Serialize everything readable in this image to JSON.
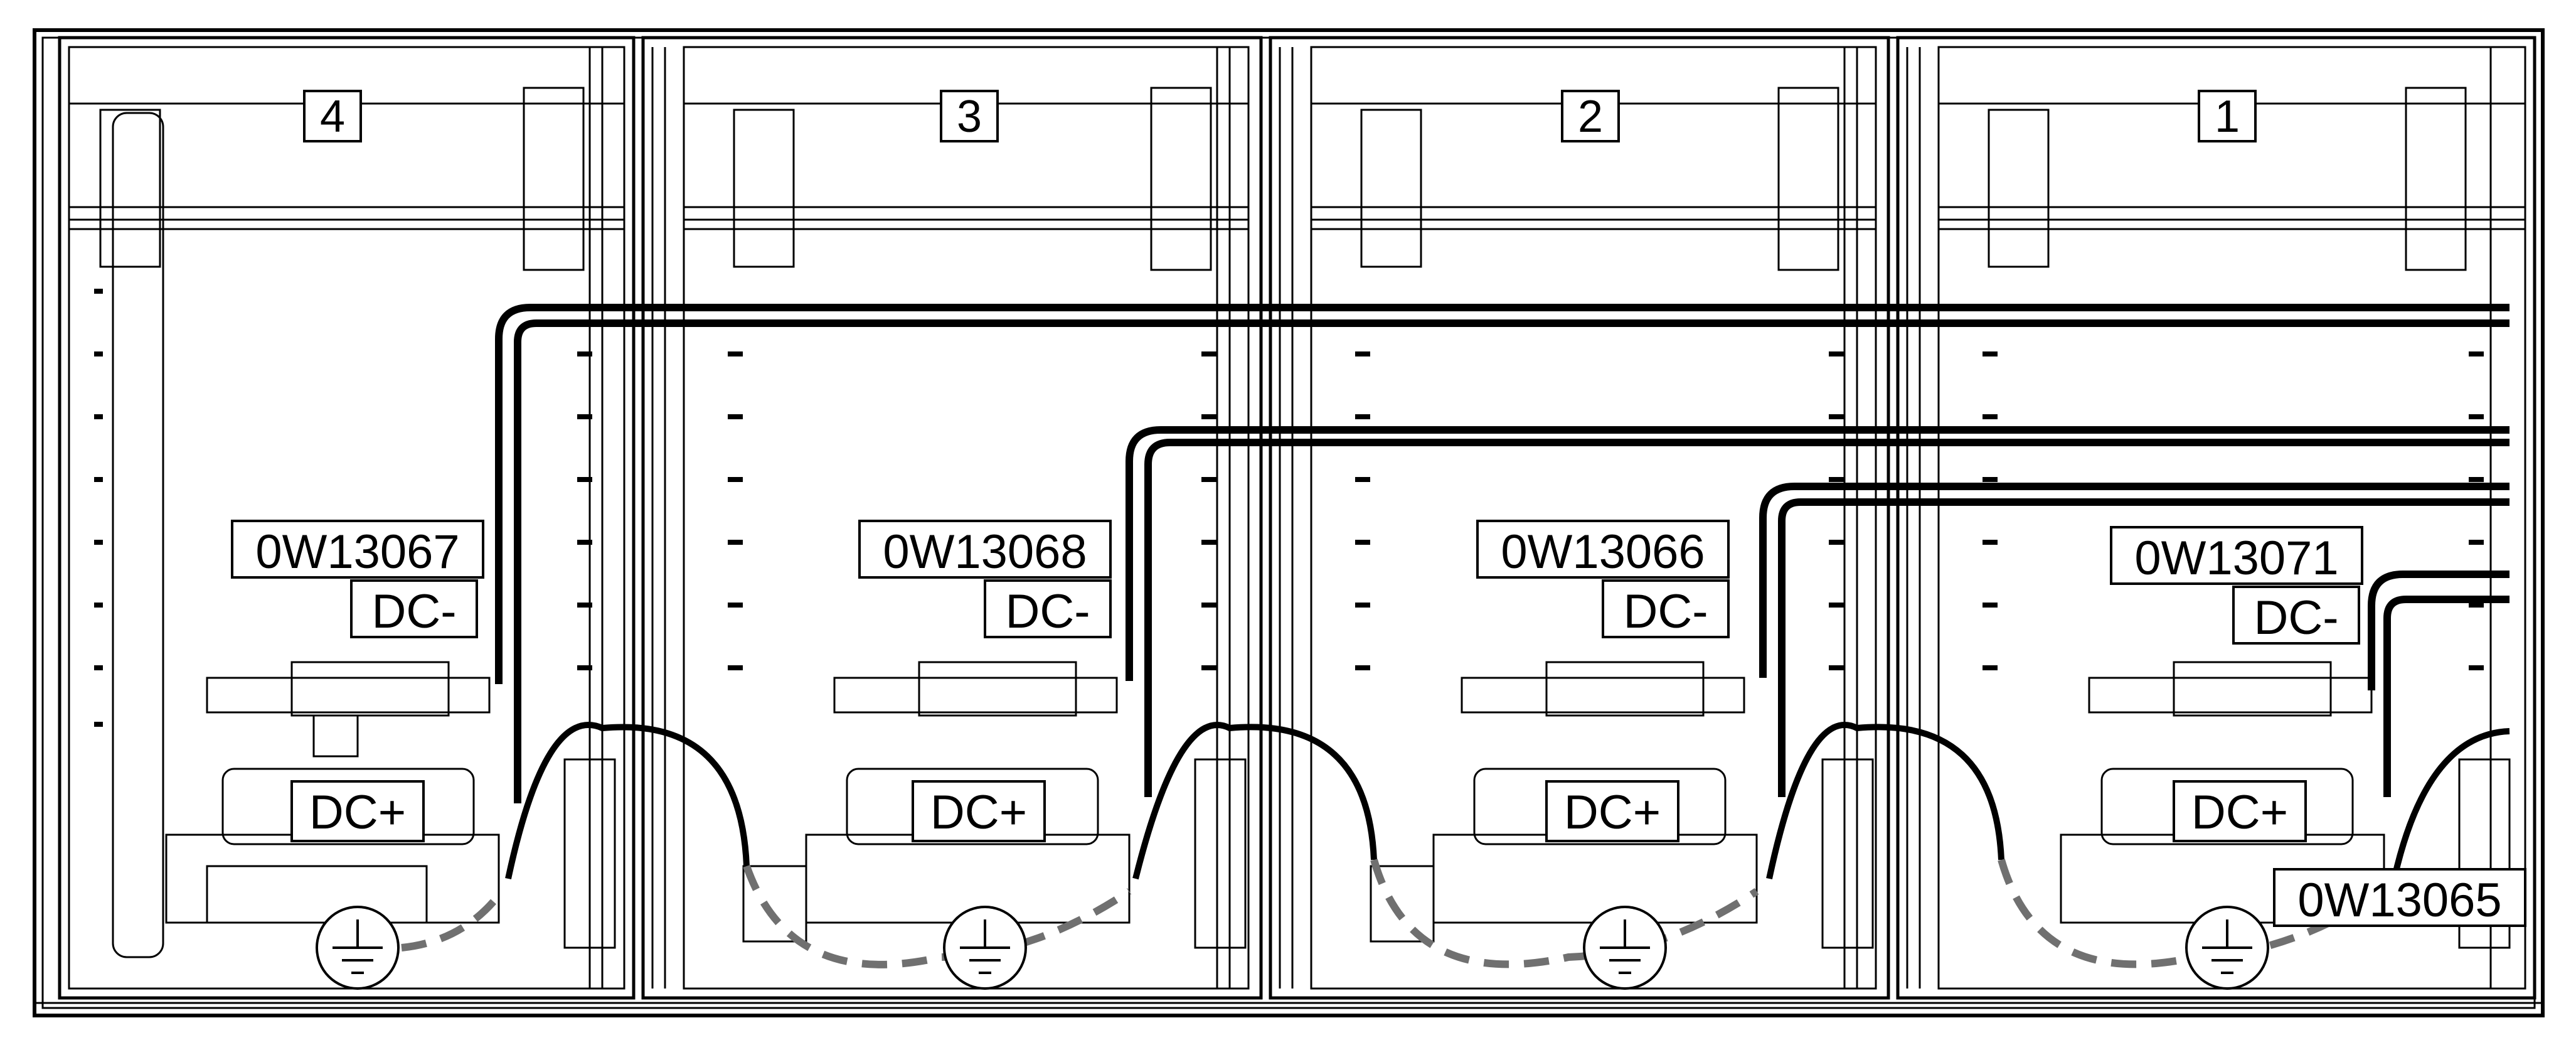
{
  "cabinets": [
    {
      "number": "4",
      "cable_id": "0W13067",
      "dc_minus": "DC-",
      "dc_plus": "DC+"
    },
    {
      "number": "3",
      "cable_id": "0W13068",
      "dc_minus": "DC-",
      "dc_plus": "DC+"
    },
    {
      "number": "2",
      "cable_id": "0W13066",
      "dc_minus": "DC-",
      "dc_plus": "DC+"
    },
    {
      "number": "1",
      "cable_id": "0W13071",
      "dc_minus": "DC-",
      "dc_plus": "DC+"
    }
  ],
  "ground_cable_id": "0W13065",
  "colors": {
    "line": "#000000",
    "cable": "#000000",
    "ground_cable": "#707070",
    "background": "#ffffff"
  },
  "icons": {
    "ground": "ground-symbol-icon"
  }
}
